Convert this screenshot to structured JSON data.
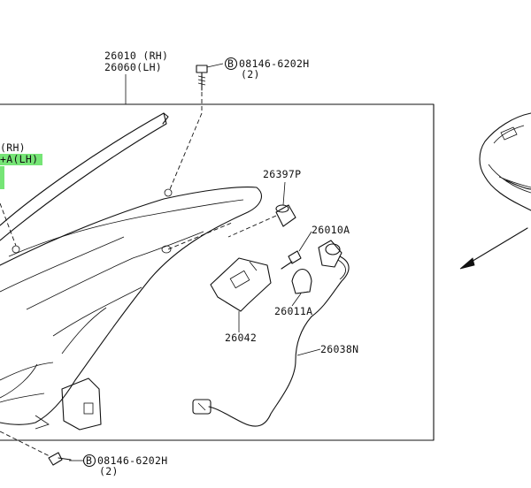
{
  "callouts": {
    "housing_rh": "26010 (RH)",
    "housing_lh": "26060(LH)",
    "bolt_top_code": "08146-6202H",
    "bolt_top_qty": "(2)",
    "bolt_bottom_code": "08146-6202H",
    "bolt_bottom_qty": "(2)",
    "bolt_symbol": "B",
    "left_partial_rh": "(RH)",
    "left_partial_lh": "+A(LH)",
    "part_26397p": "26397P",
    "part_26010a": "26010A",
    "part_26011a": "26011A",
    "part_26042": "26042",
    "part_26038n": "26038N"
  },
  "colors": {
    "line": "#111111",
    "highlight": "#5ee05e",
    "background": "#ffffff"
  }
}
